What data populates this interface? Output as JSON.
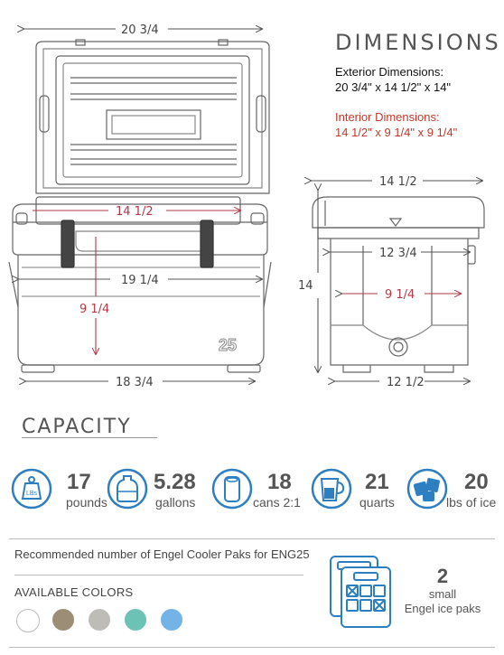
{
  "header": {
    "title": "DIMENSIONS",
    "exterior_label": "Exterior Dimensions:",
    "exterior_value": "20 3/4\" x 14 1/2\" x 14\"",
    "interior_label": "Interior Dimensions:",
    "interior_value": "14 1/2\" x 9 1/4\" x 9 1/4\""
  },
  "front_view": {
    "top_width": "20 3/4",
    "interior_width": "14 1/2",
    "body_width": "19 1/4",
    "interior_depth": "9 1/4",
    "base_width": "18 3/4",
    "model_badge": "25"
  },
  "side_view": {
    "top_depth": "14 1/2",
    "height": "14",
    "inner_top": "12 3/4",
    "inner_depth": "9 1/4",
    "base_depth": "12 1/2"
  },
  "capacity": {
    "title": "CAPACITY",
    "stats": [
      {
        "icon": "weight-icon",
        "value": "17",
        "unit": "pounds"
      },
      {
        "icon": "water-jug-icon",
        "value": "5.28",
        "unit": "gallons"
      },
      {
        "icon": "can-icon",
        "value": "18",
        "unit": "cans 2:1"
      },
      {
        "icon": "measuring-cup-icon",
        "value": "21",
        "unit": "quarts"
      },
      {
        "icon": "ice-cubes-icon",
        "value": "20",
        "unit": "lbs of ice"
      }
    ],
    "weight_badge": "LBs"
  },
  "recommended": "Recommended number of Engel Cooler Paks for ENG25",
  "colors": {
    "label": "AVAILABLE COLORS",
    "swatches": [
      "#ffffff",
      "#9c8d77",
      "#bdbcb6",
      "#6cc2b5",
      "#74b3e6"
    ],
    "accent": "#2e7ec2"
  },
  "ice_paks": {
    "count": "2",
    "line1": "small",
    "line2": "Engel ice paks"
  }
}
